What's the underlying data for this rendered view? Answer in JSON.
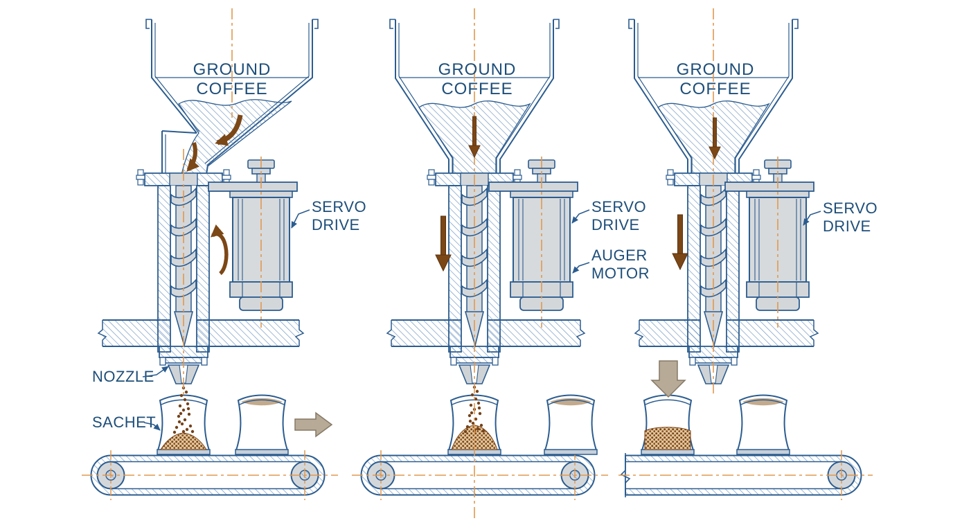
{
  "diagram": {
    "background": "#ffffff",
    "colors": {
      "line_blue": "#2b5c8f",
      "label_blue": "#1d4e79",
      "centerline_orange": "#e0984f",
      "arrow_brown": "#7c4716",
      "arrow_tan": "#b7aa97",
      "metal_gray": "#d4d7da",
      "coffee_brown": "#74421a"
    },
    "icons": {
      "rotation_arrow": "↻",
      "down_arrow": "↓",
      "right_arrow": "→"
    },
    "panels": [
      {
        "hopper_label": [
          "GROUND",
          "COFFEE"
        ],
        "labels": {
          "servo_drive": [
            "SERVO",
            "DRIVE"
          ],
          "nozzle": "NOZZLE",
          "sachet": "SACHET"
        }
      },
      {
        "hopper_label": [
          "GROUND",
          "COFFEE"
        ],
        "labels": {
          "servo_drive": [
            "SERVO",
            "DRIVE"
          ],
          "auger_motor": [
            "AUGER",
            "MOTOR"
          ]
        }
      },
      {
        "hopper_label": [
          "GROUND",
          "COFFEE"
        ],
        "labels": {
          "servo_drive": [
            "SERVO",
            "DRIVE"
          ]
        }
      }
    ]
  }
}
